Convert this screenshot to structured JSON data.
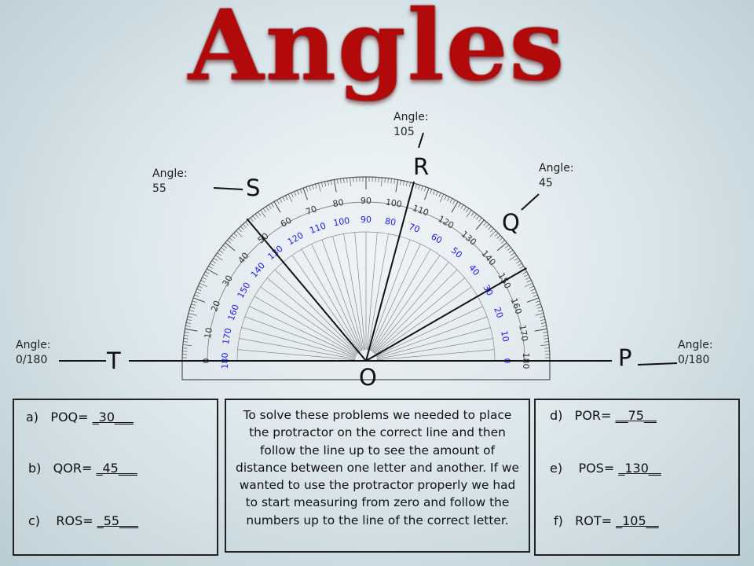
{
  "title": "Angles",
  "points": {
    "T": "T",
    "S": "S",
    "R": "R",
    "Q": "Q",
    "P": "P",
    "O": "O"
  },
  "angle_labels": {
    "T": [
      "Angle:",
      "0/180"
    ],
    "S": [
      "Angle:",
      "55"
    ],
    "R": [
      "Angle:",
      "105"
    ],
    "Q": [
      "Angle:",
      "45"
    ],
    "P": [
      "Angle:",
      "0/180"
    ]
  },
  "protractor": {
    "outer_scale": [
      "0",
      "10",
      "20",
      "30",
      "40",
      "50",
      "60",
      "70",
      "80",
      "90",
      "100",
      "110",
      "120",
      "130",
      "140",
      "150",
      "160",
      "170",
      "180"
    ],
    "inner_scale": [
      "180",
      "170",
      "160",
      "150",
      "140",
      "130",
      "120",
      "110",
      "100",
      "90",
      "80",
      "70",
      "60",
      "50",
      "40",
      "30",
      "20",
      "10",
      "0"
    ],
    "ray_directions_deg": {
      "P": 0,
      "Q": 30,
      "R": 75,
      "S": 130,
      "T": 180
    },
    "colors": {
      "outer": "#333333",
      "inner": "#1a1aff",
      "body": "rgba(225,233,237,0.35)"
    }
  },
  "left_box": {
    "items": [
      {
        "letter": "a)",
        "text": "POQ= ",
        "answer": "_30___"
      },
      {
        "letter": "b)",
        "text": "QOR= ",
        "answer": "_45___"
      },
      {
        "letter": "c)",
        "text": "ROS= ",
        "answer": "_55___"
      }
    ]
  },
  "right_box": {
    "items": [
      {
        "letter": "d)",
        "text": "POR= ",
        "answer": "__75__"
      },
      {
        "letter": "e)",
        "text": "POS= ",
        "answer": "_130__"
      },
      {
        "letter": "f)",
        "text": "ROT= ",
        "answer": "_105__"
      }
    ]
  },
  "explanation": "To solve these problems we needed to place the protractor on the correct line and then follow the line up to see the amount of distance between one letter and another. If we wanted to use the protractor properly we had to start measuring from zero and follow the numbers up to the line of the correct letter."
}
